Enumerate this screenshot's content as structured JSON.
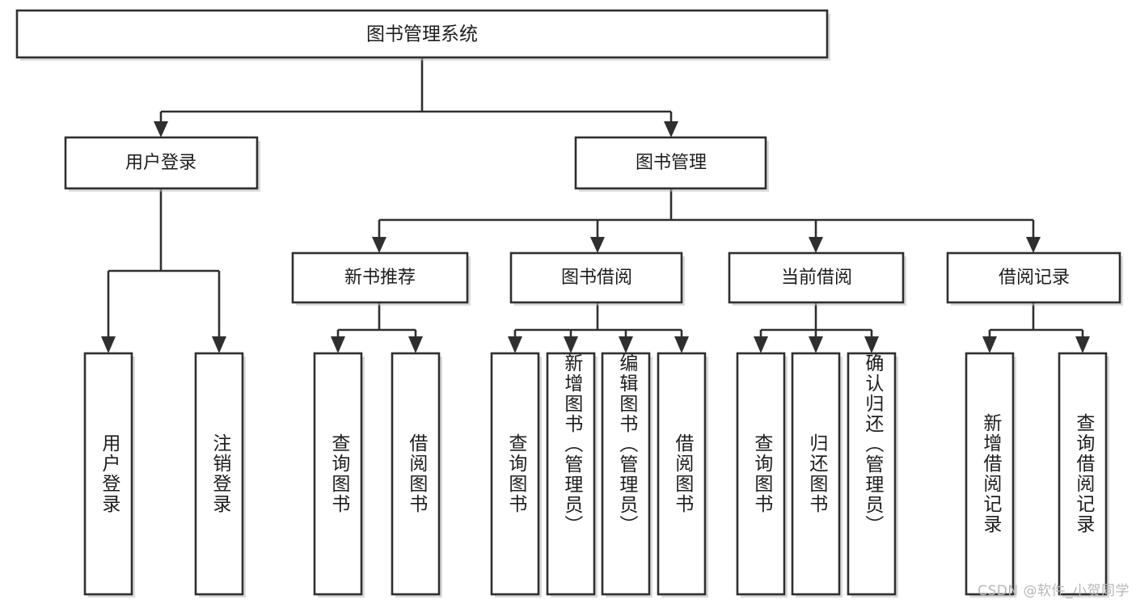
{
  "diagram": {
    "title": "图书管理系统",
    "type": "tree",
    "orientation": "top-down",
    "colors": {
      "box_fill": "#ffffff",
      "box_stroke": "#2f2f2f",
      "text": "#1d1d1d",
      "shadow": "#bdbdbd",
      "watermark": "#b7b7b7",
      "background": "#ffffff"
    },
    "root": {
      "label": "图书管理系统",
      "orientation": "horizontal"
    },
    "level2": [
      {
        "label": "用户登录",
        "orientation": "horizontal"
      },
      {
        "label": "图书管理",
        "orientation": "horizontal"
      }
    ],
    "level3": [
      {
        "label": "新书推荐",
        "orientation": "horizontal"
      },
      {
        "label": "图书借阅",
        "orientation": "horizontal"
      },
      {
        "label": "当前借阅",
        "orientation": "horizontal"
      },
      {
        "label": "借阅记录",
        "orientation": "horizontal"
      }
    ],
    "leaves": {
      "user_login": [
        {
          "label": "用户登录",
          "orientation": "vertical"
        },
        {
          "label": "注销登录",
          "orientation": "vertical"
        }
      ],
      "new_book_recommend": [
        {
          "label": "查询图书",
          "orientation": "vertical"
        },
        {
          "label": "借阅图书",
          "orientation": "vertical"
        }
      ],
      "book_borrow": [
        {
          "label": "查询图书",
          "orientation": "vertical"
        },
        {
          "label": "新增图书（管理员）",
          "orientation": "vertical"
        },
        {
          "label": "编辑图书（管理员）",
          "orientation": "vertical"
        },
        {
          "label": "借阅图书",
          "orientation": "vertical"
        }
      ],
      "current_borrow": [
        {
          "label": "查询图书",
          "orientation": "vertical"
        },
        {
          "label": "归还图书",
          "orientation": "vertical"
        },
        {
          "label": "确认归还（管理员）",
          "orientation": "vertical"
        }
      ],
      "borrow_record": [
        {
          "label": "新增借阅记录",
          "orientation": "vertical"
        },
        {
          "label": "查询借阅记录",
          "orientation": "vertical"
        }
      ]
    }
  },
  "watermark": {
    "text": "CSDN @软件_小贺同学"
  }
}
